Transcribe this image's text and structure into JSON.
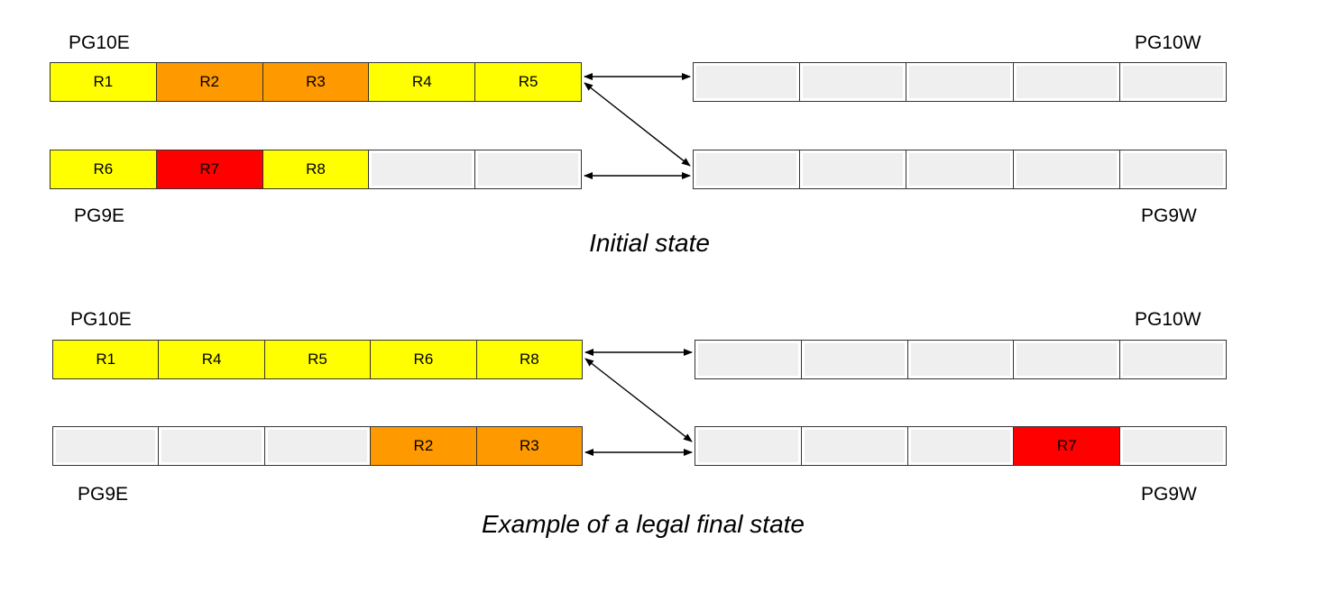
{
  "colors": {
    "yellow": "#ffff00",
    "orange": "#ff9900",
    "red": "#ff0000",
    "empty": "#efefef"
  },
  "panels": [
    {
      "caption": "Initial state",
      "east_top_label": "PG10E",
      "east_bottom_label": "PG9E",
      "west_top_label": "PG10W",
      "west_bottom_label": "PG9W",
      "rows": {
        "pg10e": [
          {
            "label": "R1",
            "color": "yellow"
          },
          {
            "label": "R2",
            "color": "orange"
          },
          {
            "label": "R3",
            "color": "orange"
          },
          {
            "label": "R4",
            "color": "yellow"
          },
          {
            "label": "R5",
            "color": "yellow"
          }
        ],
        "pg9e": [
          {
            "label": "R6",
            "color": "yellow"
          },
          {
            "label": "R7",
            "color": "red"
          },
          {
            "label": "R8",
            "color": "yellow"
          },
          {
            "label": "",
            "color": "empty"
          },
          {
            "label": "",
            "color": "empty"
          }
        ],
        "pg10w": [
          {
            "label": "",
            "color": "empty"
          },
          {
            "label": "",
            "color": "empty"
          },
          {
            "label": "",
            "color": "empty"
          },
          {
            "label": "",
            "color": "empty"
          },
          {
            "label": "",
            "color": "empty"
          }
        ],
        "pg9w": [
          {
            "label": "",
            "color": "empty"
          },
          {
            "label": "",
            "color": "empty"
          },
          {
            "label": "",
            "color": "empty"
          },
          {
            "label": "",
            "color": "empty"
          },
          {
            "label": "",
            "color": "empty"
          }
        ]
      }
    },
    {
      "caption": "Example of a legal final state",
      "east_top_label": "PG10E",
      "east_bottom_label": "PG9E",
      "west_top_label": "PG10W",
      "west_bottom_label": "PG9W",
      "rows": {
        "pg10e": [
          {
            "label": "R1",
            "color": "yellow"
          },
          {
            "label": "R4",
            "color": "yellow"
          },
          {
            "label": "R5",
            "color": "yellow"
          },
          {
            "label": "R6",
            "color": "yellow"
          },
          {
            "label": "R8",
            "color": "yellow"
          }
        ],
        "pg9e": [
          {
            "label": "",
            "color": "empty"
          },
          {
            "label": "",
            "color": "empty"
          },
          {
            "label": "",
            "color": "empty"
          },
          {
            "label": "R2",
            "color": "orange"
          },
          {
            "label": "R3",
            "color": "orange"
          }
        ],
        "pg10w": [
          {
            "label": "",
            "color": "empty"
          },
          {
            "label": "",
            "color": "empty"
          },
          {
            "label": "",
            "color": "empty"
          },
          {
            "label": "",
            "color": "empty"
          },
          {
            "label": "",
            "color": "empty"
          }
        ],
        "pg9w": [
          {
            "label": "",
            "color": "empty"
          },
          {
            "label": "",
            "color": "empty"
          },
          {
            "label": "",
            "color": "empty"
          },
          {
            "label": "R7",
            "color": "red"
          },
          {
            "label": "",
            "color": "empty"
          }
        ]
      }
    }
  ]
}
